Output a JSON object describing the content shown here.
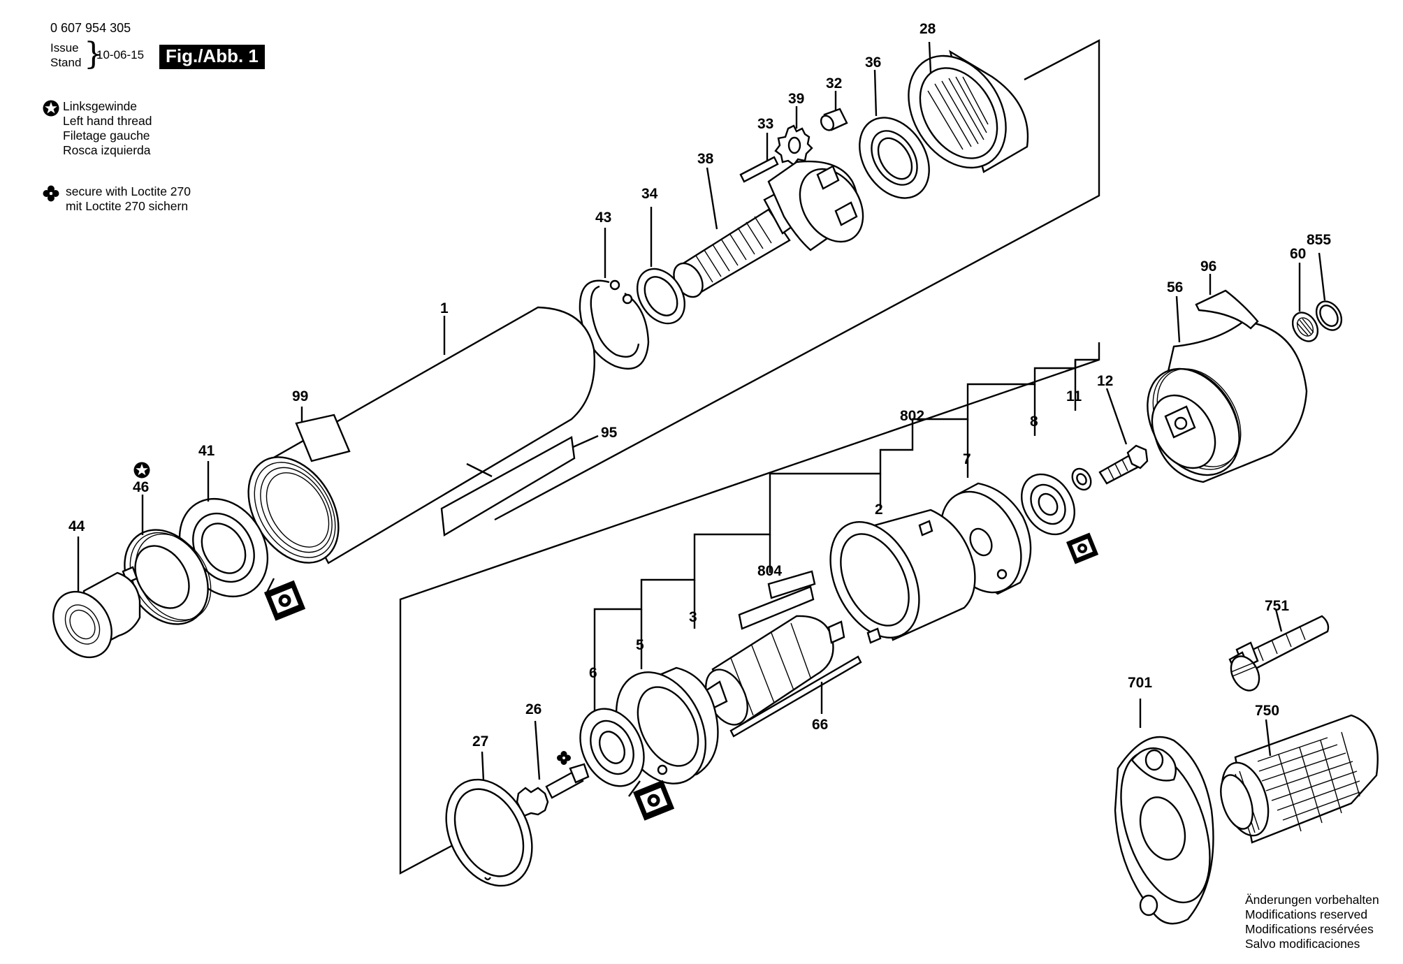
{
  "header": {
    "part_number": "0 607 954 305",
    "issue_label": "Issue",
    "stand_label": "Stand",
    "issue_date": "10-06-15",
    "figure_label": "Fig./Abb. 1"
  },
  "legend": {
    "left_hand_thread": [
      "Linksgewinde",
      "Left hand thread",
      "Filetage gauche",
      "Rosca izquierda"
    ],
    "loctite": [
      "secure with Loctite 270",
      "mit Loctite 270 sichern"
    ]
  },
  "notes": [
    "Änderungen vorbehalten",
    "Modifications reserved",
    "Modifications resérvées",
    "Salvo modificaciones"
  ],
  "callouts": [
    "28",
    "36",
    "32",
    "39",
    "33",
    "38",
    "34",
    "43",
    "1",
    "99",
    "95",
    "41",
    "46",
    "44",
    "56",
    "96",
    "60",
    "855",
    "12",
    "11",
    "8",
    "7",
    "802",
    "2",
    "804",
    "3",
    "5",
    "6",
    "26",
    "27",
    "66",
    "751",
    "701",
    "750"
  ],
  "icons": {
    "left_thread_symbol": "star-circle-icon",
    "loctite_symbol": "clover-icon",
    "bearing_symbol": "bearing-icon"
  }
}
